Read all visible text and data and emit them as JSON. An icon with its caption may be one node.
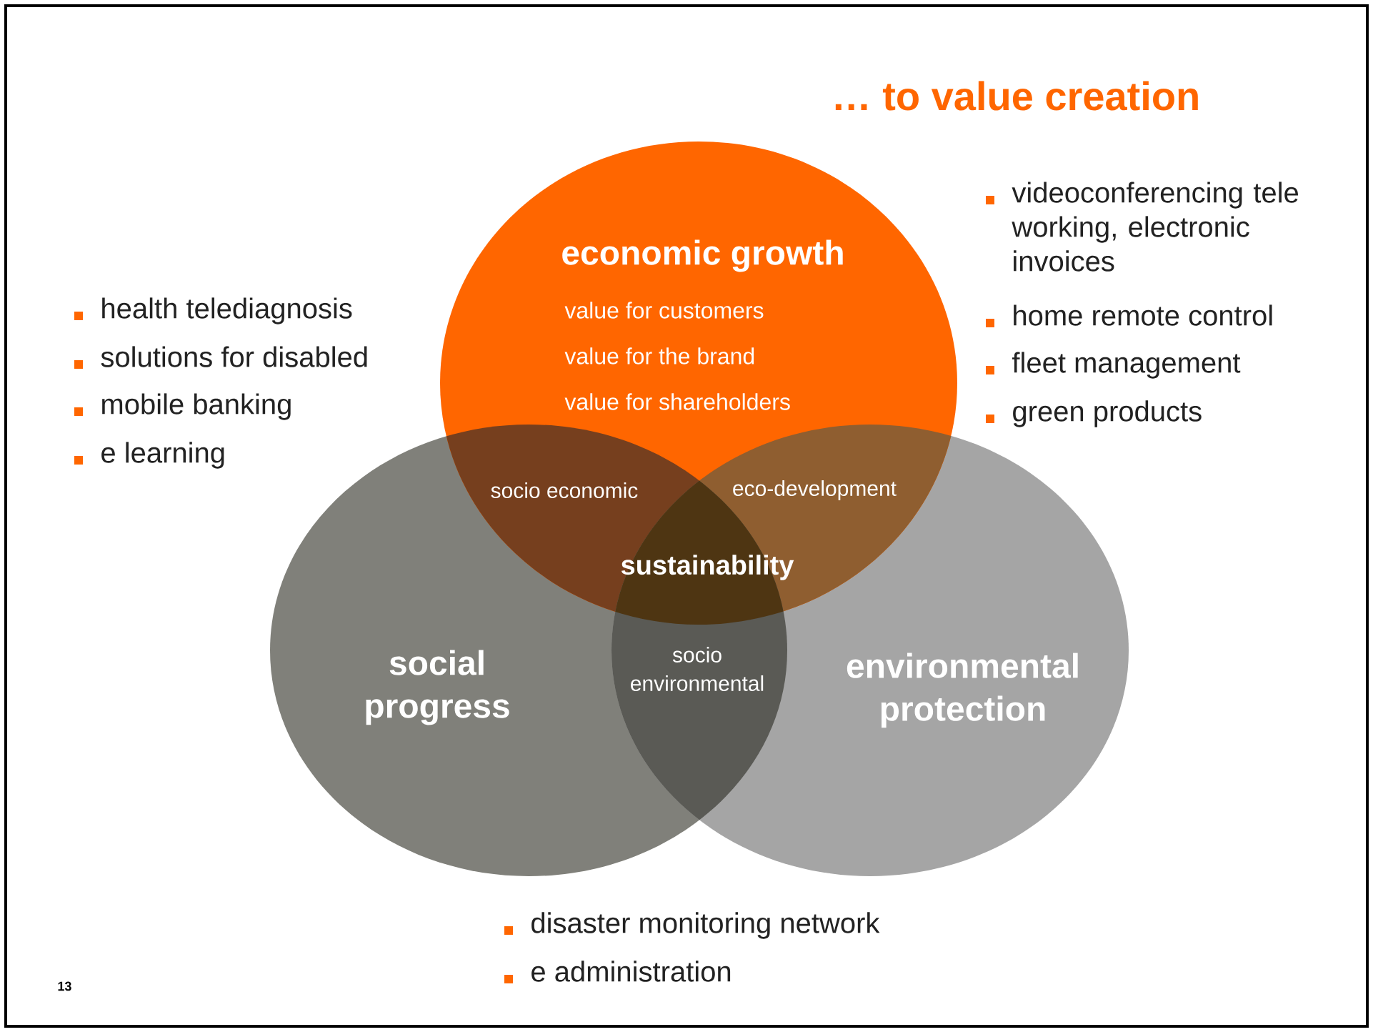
{
  "diagram": {
    "title": "… to value creation",
    "nodes": [
      {
        "text": [
          "economic growth",
          "value for customers",
          "value for the brand",
          "value for shareholders"
        ]
      },
      {
        "text": [
          "social progress"
        ]
      },
      {
        "text": [
          "environmental protection"
        ]
      }
    ],
    "labels": [
      "health telediagnosis",
      "solutions for disabled",
      "mobile banking",
      "e learning",
      "videoconferencing tele working, electronic invoices",
      "home remote control",
      "fleet management",
      "green products",
      "socio economic",
      "eco-development",
      "sustainability",
      "socio environmental",
      "disaster monitoring network",
      "e administration",
      "13"
    ]
  }
}
